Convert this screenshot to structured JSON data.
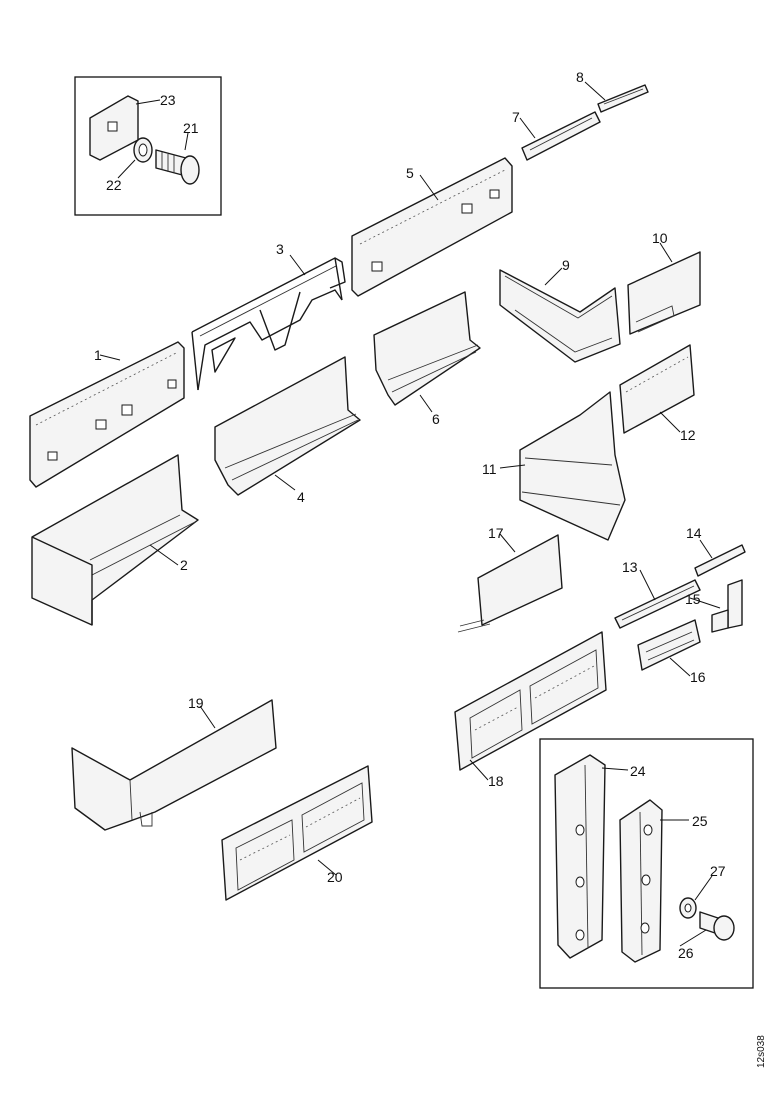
{
  "callouts": [
    "1",
    "2",
    "3",
    "4",
    "5",
    "6",
    "7",
    "8",
    "9",
    "10",
    "11",
    "12",
    "13",
    "14",
    "15",
    "16",
    "17",
    "18",
    "19",
    "20",
    "21",
    "22",
    "23",
    "24",
    "25",
    "26",
    "27"
  ],
  "doc_id": "12s038"
}
